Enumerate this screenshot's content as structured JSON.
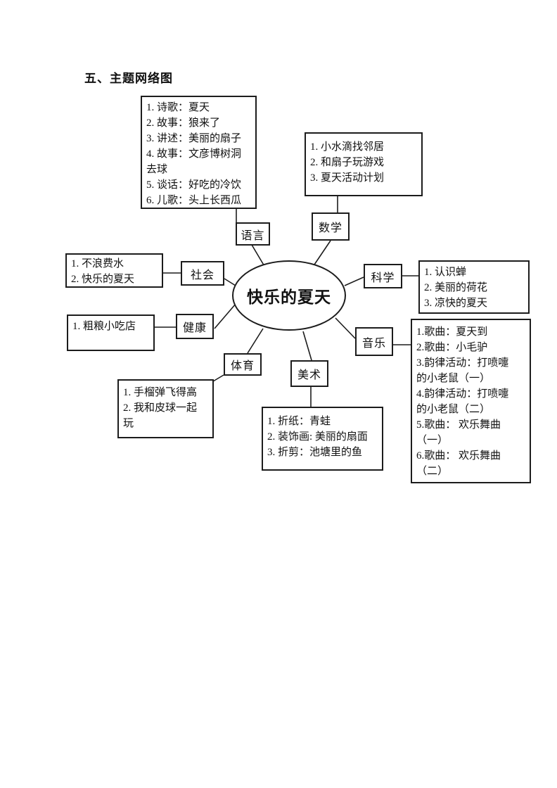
{
  "title": "五、主题网络图",
  "diagram": {
    "center": "快乐的夏天",
    "branches": {
      "language": {
        "label": "语言",
        "lines": [
          "1. 诗歌：夏天",
          "2. 故事：狼来了",
          "3. 讲述：美丽的扇子",
          "4. 故事：文彦博树洞",
          "去球",
          "5. 谈话：好吃的冷饮",
          "6. 儿歌：头上长西瓜"
        ]
      },
      "math": {
        "label": "数学",
        "lines": [
          "1. 小水滴找邻居",
          "2. 和扇子玩游戏",
          "3. 夏天活动计划"
        ]
      },
      "social": {
        "label": "社会",
        "lines": [
          "1. 不浪费水",
          "2. 快乐的夏天"
        ]
      },
      "science": {
        "label": "科学",
        "lines": [
          "1. 认识蝉",
          "2. 美丽的荷花",
          "3. 凉快的夏天"
        ]
      },
      "health": {
        "label": "健康",
        "lines": [
          "1. 粗粮小吃店"
        ]
      },
      "music": {
        "label": "音乐",
        "lines": [
          "1.歌曲：夏天到",
          "2.歌曲：小毛驴",
          "3.韵律活动：打喷嚏",
          "的小老鼠（一）",
          "4.韵律活动：打喷嚏",
          "的小老鼠（二）",
          "5.歌曲： 欢乐舞曲",
          "（一）",
          "6.歌曲： 欢乐舞曲",
          "（二）"
        ]
      },
      "sports": {
        "label": "体育",
        "lines": [
          "1. 手榴弹飞得高",
          "2. 我和皮球一起",
          "玩"
        ]
      },
      "art": {
        "label": "美术",
        "lines": [
          "1. 折纸：青蛙",
          "2. 装饰画: 美丽的扇面",
          "3. 折剪：池塘里的鱼"
        ]
      }
    }
  }
}
